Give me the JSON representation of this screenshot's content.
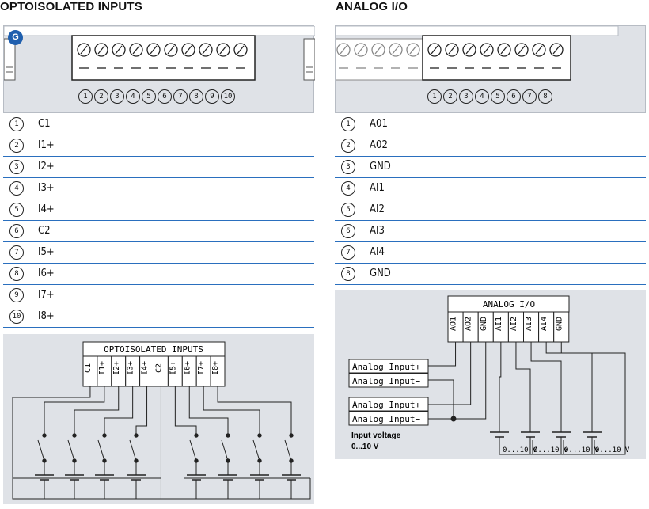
{
  "left": {
    "title": "OPTOISOLATED INPUTS",
    "badge": "G",
    "pins": [
      "C1",
      "I1+",
      "I2+",
      "I3+",
      "I4+",
      "C2",
      "I5+",
      "I6+",
      "I7+",
      "I8+"
    ],
    "pin_numbers": [
      "1",
      "2",
      "3",
      "4",
      "5",
      "6",
      "7",
      "8",
      "9",
      "10"
    ],
    "diagram_title": "OPTOISOLATED INPUTS"
  },
  "right": {
    "title": "ANALOG I/O",
    "pins": [
      "A01",
      "A02",
      "GND",
      "AI1",
      "AI2",
      "AI3",
      "AI4",
      "GND"
    ],
    "pin_numbers": [
      "1",
      "2",
      "3",
      "4",
      "5",
      "6",
      "7",
      "8"
    ],
    "diagram_title": "ANALOG I/O",
    "diagram_pins": [
      "AO1",
      "AO2",
      "GND",
      "AI1",
      "AI2",
      "AI3",
      "AI4",
      "GND"
    ],
    "input_labels": [
      "Analog Input+",
      "Analog Input−",
      "Analog Input+",
      "Analog Input−"
    ],
    "voltage_label_1": "Input voltage",
    "voltage_label_2": "0...10 V",
    "source_labels": [
      "0...10 V",
      "0...10 V",
      "0...10 V",
      "0...10 V"
    ]
  },
  "colors": {
    "rule": "#2a6fbe",
    "panel": "#dfe2e7",
    "badge": "#1f5fae"
  }
}
